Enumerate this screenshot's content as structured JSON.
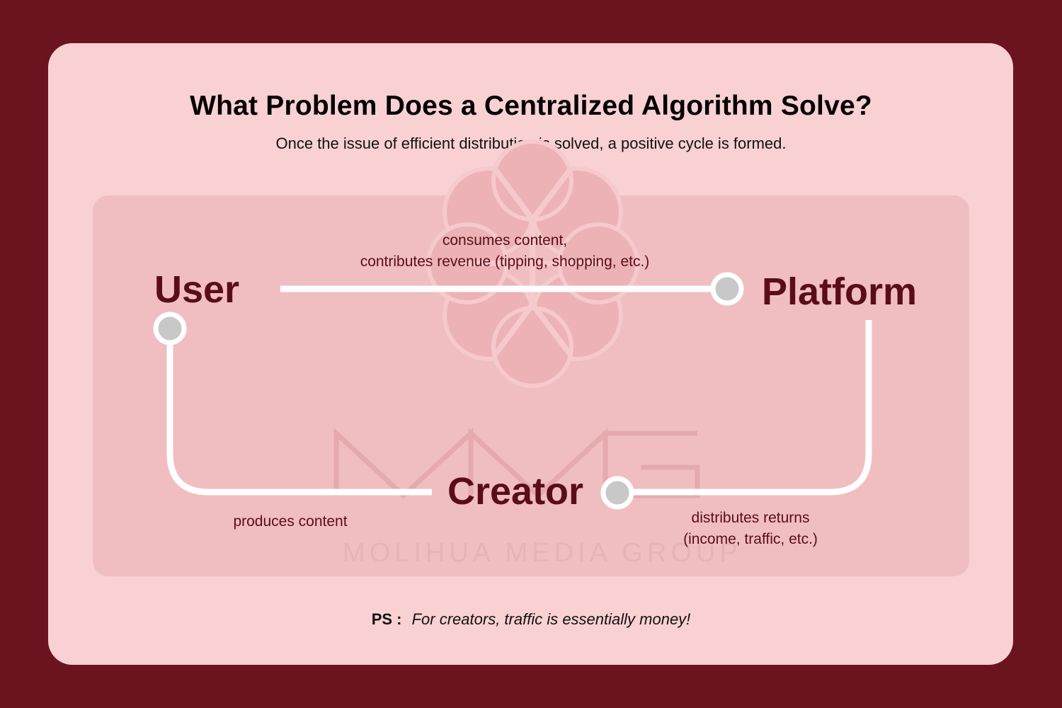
{
  "header": {
    "title": "What Problem Does a Centralized Algorithm Solve?",
    "subtitle": "Once the issue of efficient distribution is solved, a positive cycle is formed."
  },
  "diagram": {
    "nodes": {
      "user": "User",
      "platform": "Platform",
      "creator": "Creator"
    },
    "edges": {
      "user_to_platform": [
        "consumes content,",
        "contributes revenue (tipping, shopping, etc.)"
      ],
      "platform_to_creator": [
        "distributes returns",
        "(income, traffic, etc.)"
      ],
      "creator_to_user": [
        "produces content"
      ]
    }
  },
  "watermark": {
    "text": "MOLIHUA MEDIA GROUP"
  },
  "footer": {
    "ps_label": "PS :",
    "ps_text": "For creators, traffic is essentially money!"
  },
  "colors": {
    "background": "#6b141f",
    "card": "#fad1d2",
    "panel": "#f0bec1",
    "node_text": "#5a0d18",
    "connector": "#ffffff",
    "endpoint": "#c8c8c8"
  }
}
